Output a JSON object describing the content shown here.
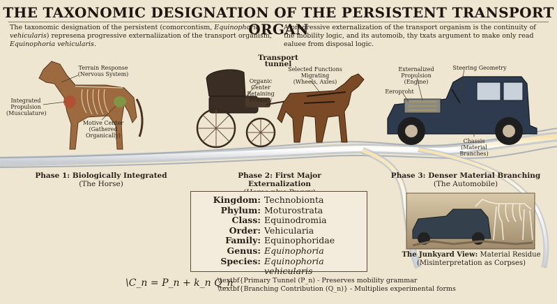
{
  "title": "THE TAXONOMIC DESIGNATION OF THE PERSISTENT TRANSPORT ORGAN",
  "intro": {
    "left_a": "The taxonomic designation of the persistent (comorcontism, ",
    "left_a_italic": "Equinophoria vehicularis",
    "left_b": ") represena progressive externaliization of the transport organism, ",
    "left_b_italic": "Equinophoria vehicularis",
    "left_c": ".",
    "right": "A progressive externalization of the transport organism is the continuity of the mobility logic, and its automoib, thy txats argument to make only read ealuee from disposal logic."
  },
  "transport_tunnel_label": "Transport tunnel",
  "horse_labels": {
    "terrain_response": "Terrain Response",
    "terrain_response_sub": "(Nervous System)",
    "integrated_propulsion": "Integrated Propulsion",
    "integrated_propulsion_sub": "(Musculature)",
    "motive_center": "Motive Center",
    "motive_center_sub": "(Gathered Organically)"
  },
  "buggy_labels": {
    "organic_center": "Organic Center Retaining Primacy",
    "selected_functions": "Selected Functions Migrating",
    "selected_functions_sub": "(Wheels, Axles)"
  },
  "car_labels": {
    "externalized_propulsion": "Externalized Propulsion",
    "externalized_propulsion_sub": "(Engine)",
    "steering_geometry": "Steering Geometry",
    "eeroproht": "Eeroproht",
    "chassis": "Chassis",
    "chassis_sub": "(Material Branches)"
  },
  "phases": [
    {
      "title": "Phase 1: Biologically Integrated",
      "sub": "(The Horse)"
    },
    {
      "title": "Phase 2: First Major Externalization",
      "sub": "(Horse-plus-Buggy)"
    },
    {
      "title": "Phase 3: Denser Material Branching",
      "sub": "(The Automobile)"
    }
  ],
  "junkyard": {
    "title": "The Junkyard View:",
    "title_rest": " Material Residue",
    "sub": "(Misinterpretation as Corpses)"
  },
  "taxonomy": [
    {
      "rank": "Kingdom:",
      "value": "Technobionta",
      "italic": false
    },
    {
      "rank": "Phylum:",
      "value": "Moturostrata",
      "italic": false
    },
    {
      "rank": "Class:",
      "value": "Equinodromia",
      "italic": false
    },
    {
      "rank": "Order:",
      "value": "Vehicularia",
      "italic": false
    },
    {
      "rank": "Family:",
      "value": "Equinophoridae",
      "italic": false
    },
    {
      "rank": "Genus:",
      "value": "Equinophoria",
      "italic": true
    },
    {
      "rank": "Species:",
      "value": "Equinophoria vehicularis",
      "italic": true
    }
  ],
  "formula": "\\C_n = P_n + k_n Q_n",
  "formula_notes": [
    "\\textbf{Primary Tunnel (P_n) - Preserves mobility grammar",
    "\\textbf{Branching Contribution (Q_n)} - Multiplies experimental forms"
  ],
  "colors": {
    "background": "#efe6d2",
    "tunnel": "#d7dce0",
    "tunnel_glow": "#f4d089",
    "horse": "#8a5a32",
    "car_body": "#2e3b4e",
    "text": "#2b2118"
  }
}
